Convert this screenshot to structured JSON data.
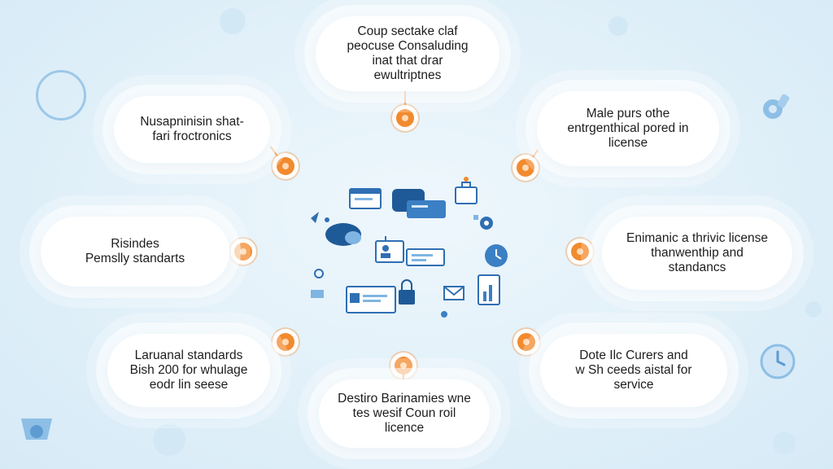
{
  "colors": {
    "background": "#e1f0f9",
    "accent_orange": "#f28a2e",
    "icon_blue": "#2f6fb3",
    "icon_light_blue": "#7fb5e3"
  },
  "bubbles": [
    {
      "id": "top",
      "text": "Coup sectake claf\npeocuse Consaluding\ninat that drar\newultriptnes"
    },
    {
      "id": "upper-left",
      "text": "Nusapninisin shat-\nfari froctronics"
    },
    {
      "id": "upper-right",
      "text": "Male purs othe\nentrgenthical pored in\nlicense"
    },
    {
      "id": "middle-left",
      "text": "Risindes\nPemslly standarts"
    },
    {
      "id": "middle-right",
      "text": "Enimanic a thrivic license\nthanwenthip and\nstandancs"
    },
    {
      "id": "lower-left",
      "text": "Laruanal standards\nBish 200 for whulage\neodr lin seese"
    },
    {
      "id": "lower-right",
      "text": "Dote Ilc Curers and\nw Sh ceeds aistal for\nservice"
    },
    {
      "id": "bottom",
      "text": "Destiro Barinamies wne\ntes wesif Coun roil\nlicence"
    }
  ],
  "hub_icons": [
    "browser-window-icon",
    "chat-bubble-icon",
    "cloud-icon",
    "briefcase-icon",
    "mail-icon",
    "clock-icon",
    "chart-icon",
    "lock-icon",
    "user-card-icon",
    "document-icon",
    "gear-icon",
    "rocket-icon"
  ]
}
